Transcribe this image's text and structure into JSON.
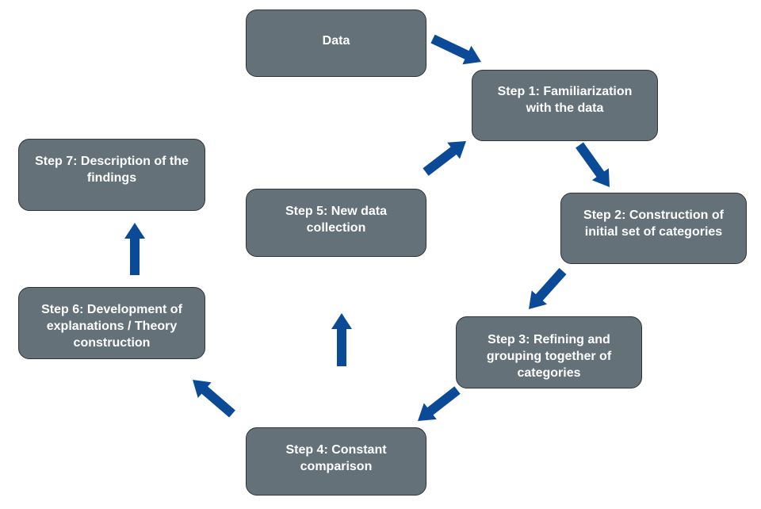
{
  "diagram": {
    "colors": {
      "box_fill": "#657179",
      "box_border": "#2f3438",
      "text": "#ffffff",
      "arrow": "#0b4a96"
    },
    "nodes": {
      "data": {
        "label": "Data"
      },
      "step1": {
        "label": "Step 1: Familiarization with the data"
      },
      "step2": {
        "label": "Step 2: Construction of initial set of categories"
      },
      "step3": {
        "label": "Step 3: Refining and grouping together of categories"
      },
      "step4": {
        "label": "Step 4: Constant comparison"
      },
      "step5": {
        "label": "Step 5: New data collection"
      },
      "step6": {
        "label": "Step 6: Development of explanations / Theory construction"
      },
      "step7": {
        "label": "Step 7: Description of the findings"
      }
    },
    "edges": [
      {
        "from": "data",
        "to": "step1"
      },
      {
        "from": "step1",
        "to": "step2"
      },
      {
        "from": "step2",
        "to": "step3"
      },
      {
        "from": "step3",
        "to": "step4"
      },
      {
        "from": "step4",
        "to": "step6"
      },
      {
        "from": "step4",
        "to": "step5"
      },
      {
        "from": "step5",
        "to": "step1"
      },
      {
        "from": "step6",
        "to": "step7"
      }
    ]
  }
}
